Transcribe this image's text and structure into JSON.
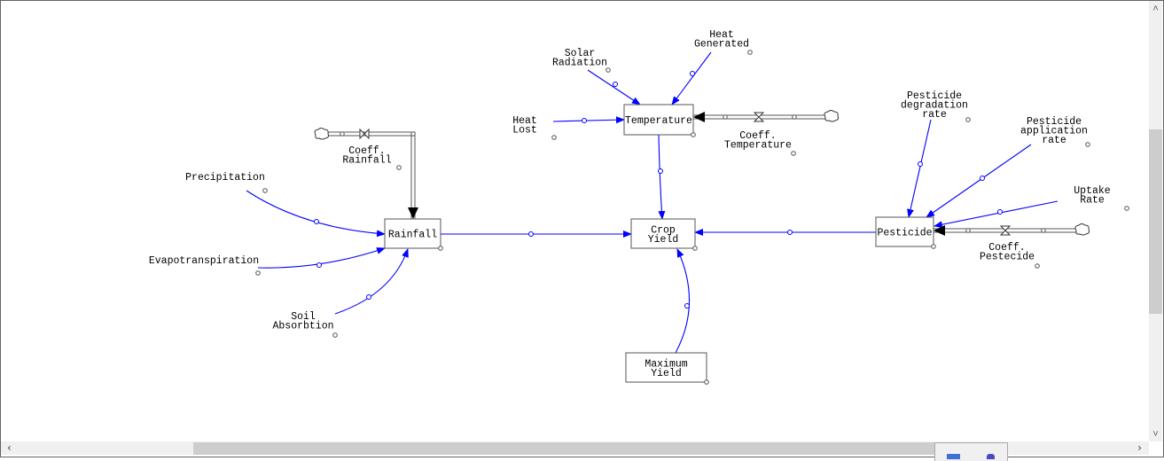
{
  "diagram": {
    "type": "stock-and-flow",
    "stocks": [
      {
        "id": "rainfall",
        "label": [
          "Rainfall"
        ]
      },
      {
        "id": "temperature",
        "label": [
          "Temperature"
        ]
      },
      {
        "id": "crop_yield",
        "label": [
          "Crop",
          "Yield"
        ]
      },
      {
        "id": "pesticide",
        "label": [
          "Pesticide"
        ]
      },
      {
        "id": "maximum_yield",
        "label": [
          "Maximum",
          "Yield"
        ]
      }
    ],
    "flows": [
      {
        "id": "coeff_rainfall",
        "label": [
          "Coeff.",
          "Rainfall"
        ],
        "to": "rainfall"
      },
      {
        "id": "coeff_temperature",
        "label": [
          "Coeff.",
          "Temperature"
        ],
        "to": "temperature"
      },
      {
        "id": "coeff_pestecide",
        "label": [
          "Coeff.",
          "Pestecide"
        ],
        "to": "pesticide"
      }
    ],
    "variables": [
      {
        "id": "precipitation",
        "label": [
          "Precipitation"
        ]
      },
      {
        "id": "evapotranspiration",
        "label": [
          "Evapotranspiration"
        ]
      },
      {
        "id": "soil_absorbtion",
        "label": [
          "Soil",
          "Absorbtion"
        ]
      },
      {
        "id": "solar_radiation",
        "label": [
          "Solar",
          "Radiation"
        ]
      },
      {
        "id": "heat_generated",
        "label": [
          "Heat",
          "Generated"
        ]
      },
      {
        "id": "heat_lost",
        "label": [
          "Heat",
          "Lost"
        ]
      },
      {
        "id": "pesticide_degradation_rate",
        "label": [
          "Pesticide",
          "degradation",
          "rate"
        ]
      },
      {
        "id": "pesticide_application_rate",
        "label": [
          "Pesticide",
          "application",
          "rate"
        ]
      },
      {
        "id": "uptake_rate",
        "label": [
          "Uptake",
          "Rate"
        ]
      }
    ],
    "links": [
      {
        "from": "precipitation",
        "to": "rainfall"
      },
      {
        "from": "evapotranspiration",
        "to": "rainfall"
      },
      {
        "from": "soil_absorbtion",
        "to": "rainfall"
      },
      {
        "from": "solar_radiation",
        "to": "temperature"
      },
      {
        "from": "heat_generated",
        "to": "temperature"
      },
      {
        "from": "heat_lost",
        "to": "temperature"
      },
      {
        "from": "rainfall",
        "to": "crop_yield"
      },
      {
        "from": "temperature",
        "to": "crop_yield"
      },
      {
        "from": "pesticide",
        "to": "crop_yield"
      },
      {
        "from": "maximum_yield",
        "to": "crop_yield"
      },
      {
        "from": "pesticide_degradation_rate",
        "to": "pesticide"
      },
      {
        "from": "pesticide_application_rate",
        "to": "pesticide"
      },
      {
        "from": "uptake_rate",
        "to": "pesticide"
      }
    ]
  },
  "colors": {
    "link": "#0000ff",
    "border": "#646464",
    "scroll_thumb": "#cdcdcd",
    "scroll_track": "#f0f0f0"
  },
  "scrollbars": {
    "up_icon": "˄",
    "down_icon": "˅",
    "left_icon": "‹",
    "right_icon": "›"
  }
}
